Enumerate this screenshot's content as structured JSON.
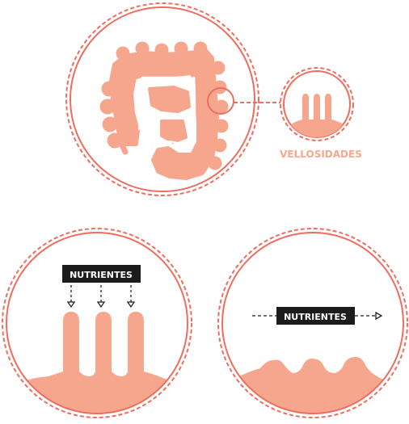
{
  "labels": {
    "villi": "VELLOSIDADES",
    "nutrients_healthy": "NUTRIENTES",
    "nutrients_damaged": "NUTRIENTES"
  },
  "colors": {
    "ring": "#ee6d5f",
    "tissue": "#f7a68e",
    "label_villi": "#f6a88e",
    "label_box": "#1c1c1c",
    "label_box_text": "#ffffff",
    "arrow": "#222222"
  },
  "icons": {
    "intestine": "large-intestine-icon",
    "zoom": "magnifier-circle-icon"
  }
}
